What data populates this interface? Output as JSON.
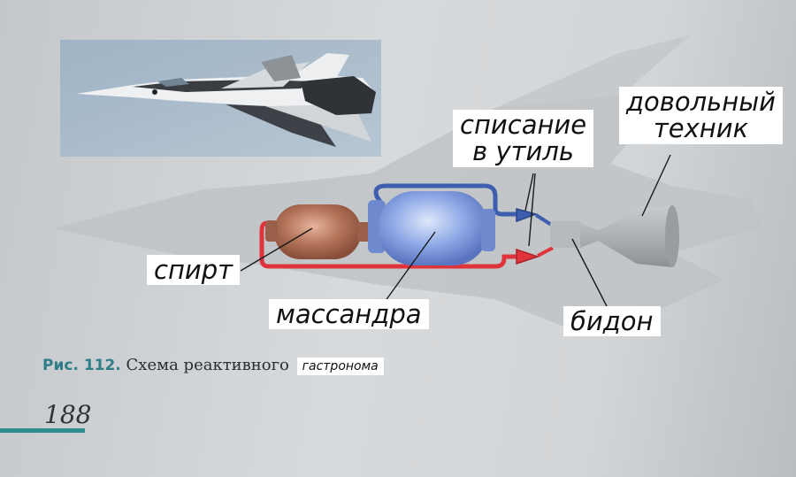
{
  "labels": {
    "spirit": "спирт",
    "massandra": "массандра",
    "bidon": "бидон",
    "scrap_line1": "списание",
    "scrap_line2": "в утиль",
    "tech_line1": "довольный",
    "tech_line2": "техник"
  },
  "caption": {
    "prefix": "Рис. 112.",
    "text": "Схема реактивного",
    "patch": "гастронома"
  },
  "page_number": "188",
  "colors": {
    "oxidizer_tank": "#7f9ee0",
    "fuel_tank": "#b07058",
    "fuel_pipe": "#e0343c",
    "oxidizer_pipe": "#3e5fb0",
    "accent_teal": "#2f8d92"
  }
}
